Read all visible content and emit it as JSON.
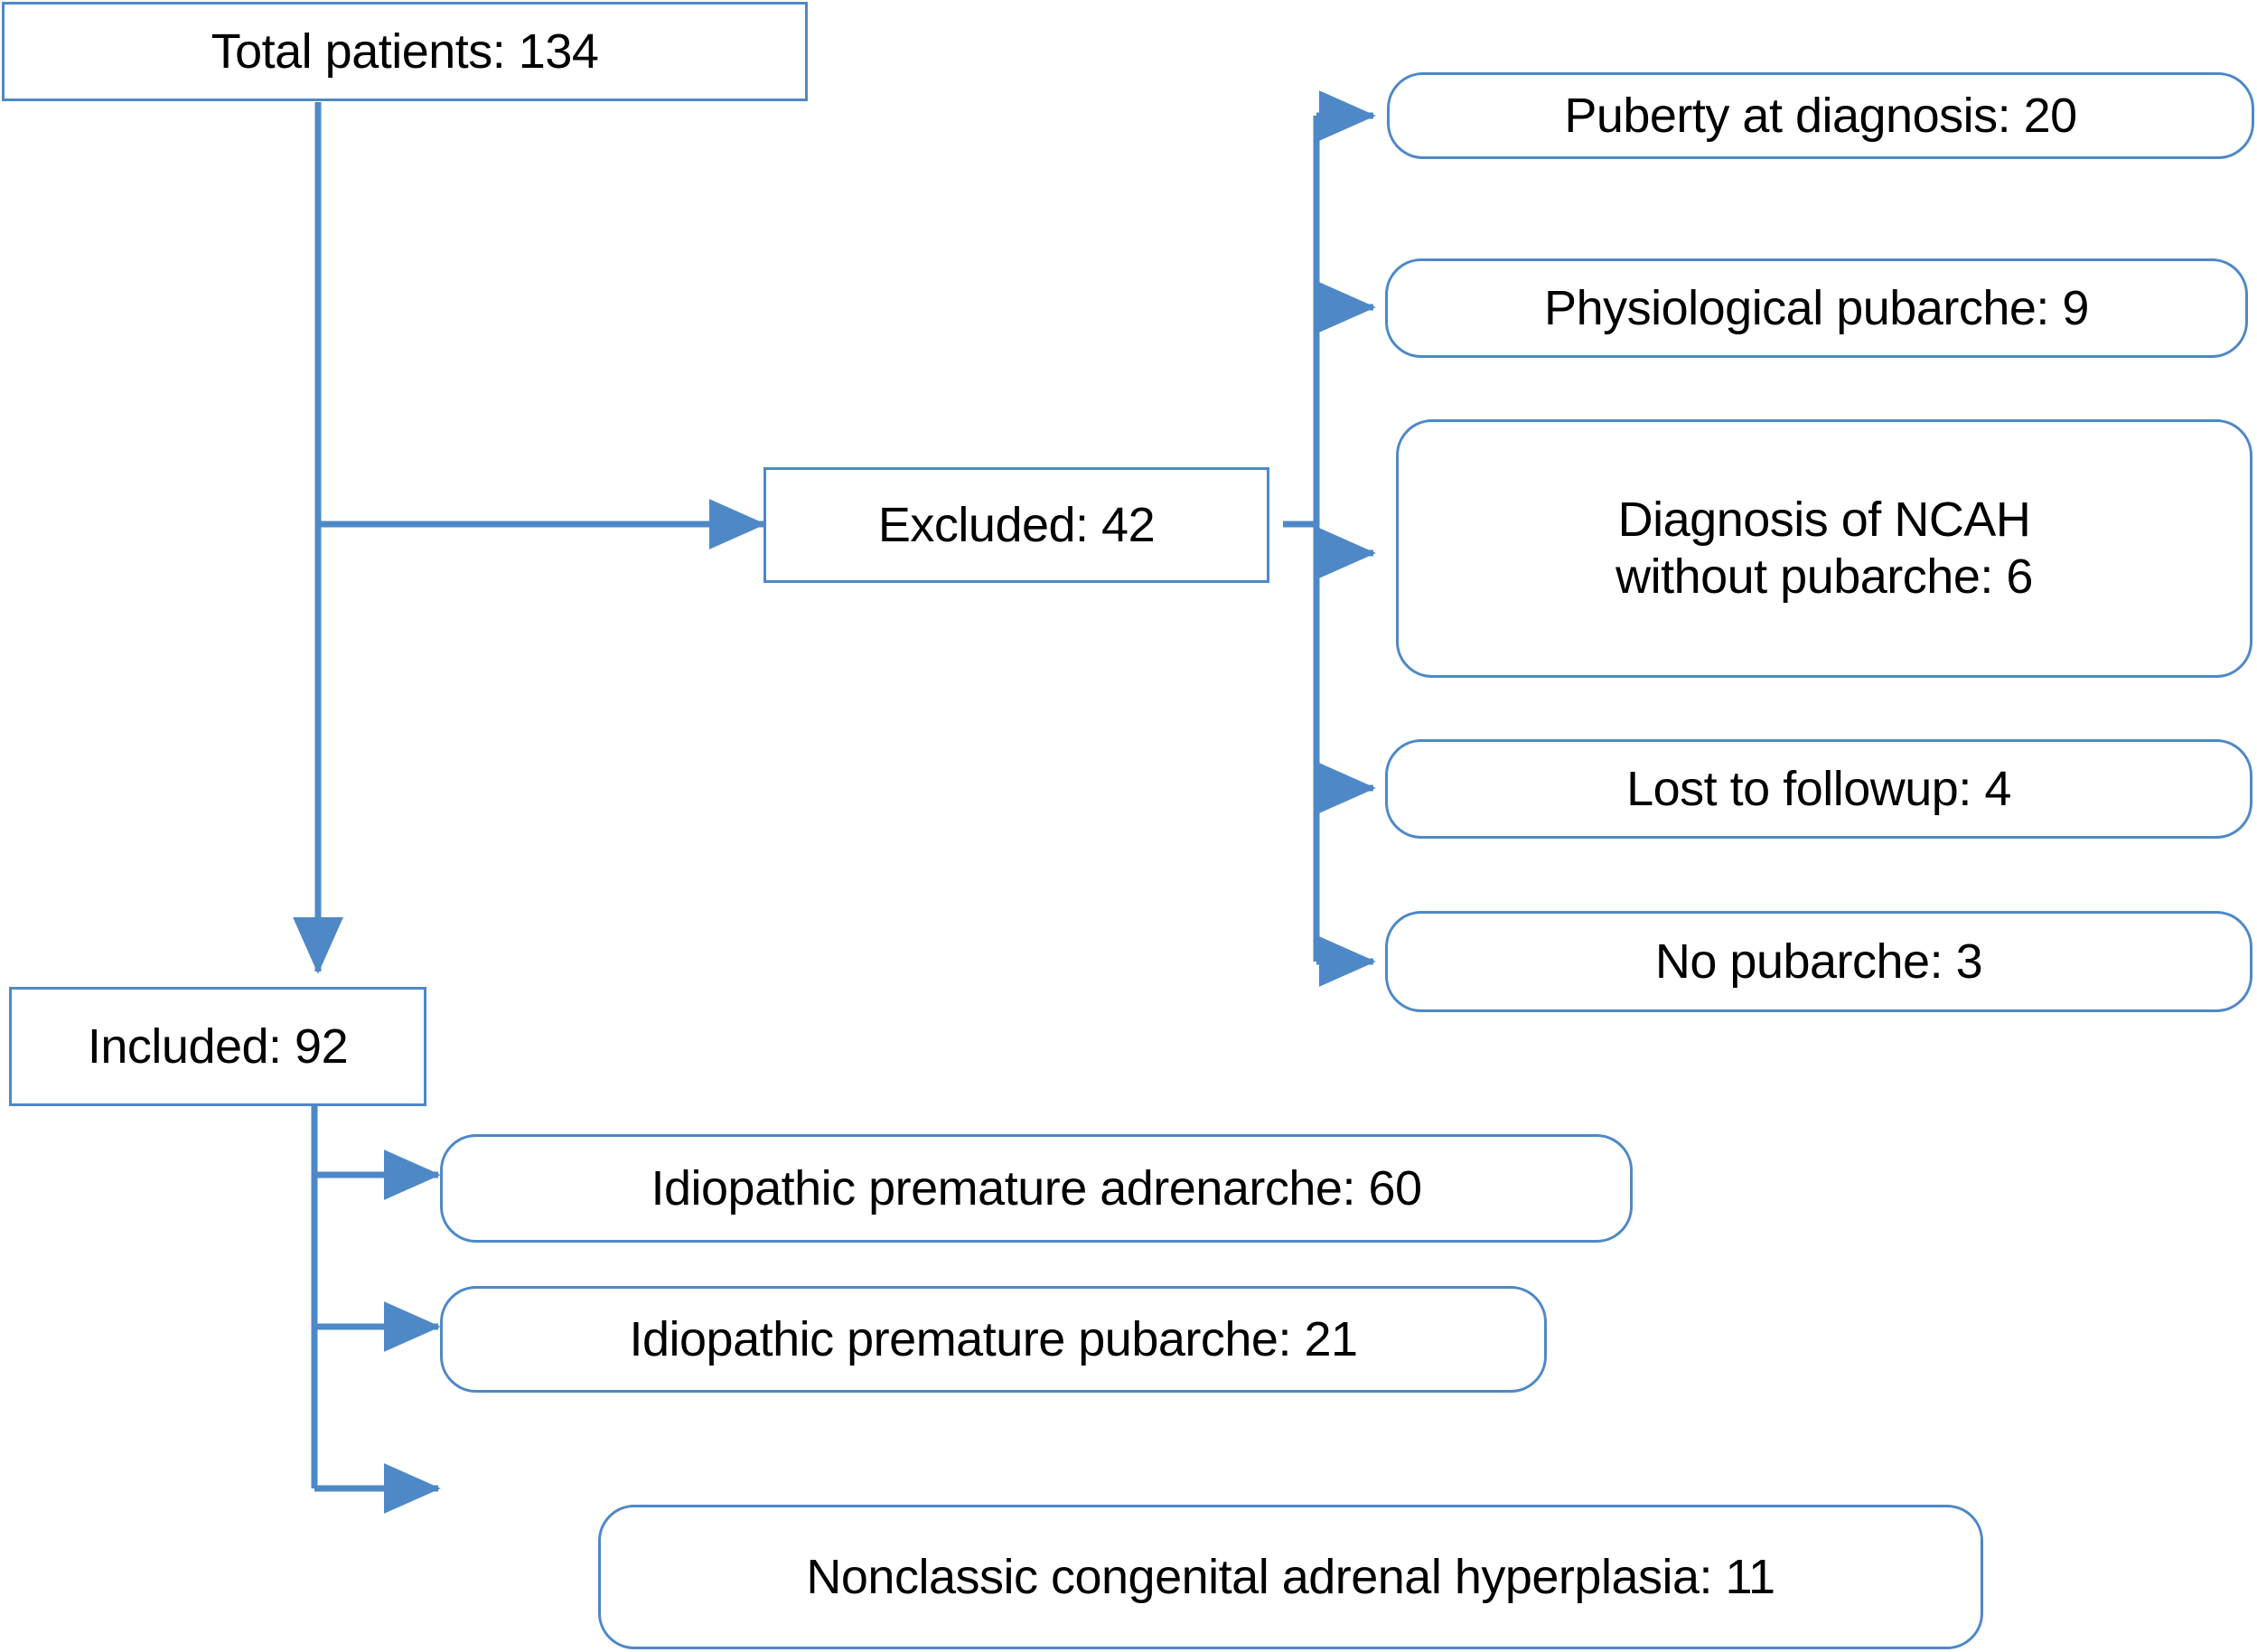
{
  "diagram": {
    "title": "Patient selection flow diagram",
    "accent_color": "#4e88c7",
    "text_color": "#000000",
    "background_color": "#ffffff",
    "nodes": {
      "total": {
        "label": "Total patients: 134",
        "shape": "rectangle"
      },
      "excluded": {
        "label": "Excluded: 42",
        "shape": "rectangle"
      },
      "included": {
        "label": "Included: 92",
        "shape": "rectangle"
      },
      "exclusion_reasons": [
        {
          "label": "Puberty at diagnosis: 20",
          "shape": "rounded"
        },
        {
          "label": "Physiological pubarche: 9",
          "shape": "rounded"
        },
        {
          "label": "Diagnosis of NCAH without pubarche: 6",
          "line1": "Diagnosis of NCAH",
          "line2": "without pubarche: 6",
          "shape": "rounded"
        },
        {
          "label": "Lost to followup: 4",
          "shape": "rounded"
        },
        {
          "label": "No pubarche: 3",
          "shape": "rounded"
        }
      ],
      "diagnoses": [
        {
          "label": "Idiopathic premature adrenarche: 60",
          "shape": "rounded"
        },
        {
          "label": "Idiopathic premature pubarche: 21",
          "shape": "rounded"
        },
        {
          "label": "Nonclassic congenital adrenal hyperplasia: 11",
          "shape": "rounded"
        }
      ]
    },
    "counts": {
      "total_patients": 134,
      "excluded": 42,
      "included": 92,
      "puberty_at_diagnosis": 20,
      "physiological_pubarche": 9,
      "ncah_without_pubarche": 6,
      "lost_to_followup": 4,
      "no_pubarche": 3,
      "idiopathic_premature_adrenarche": 60,
      "idiopathic_premature_pubarche": 21,
      "nonclassic_congenital_adrenal_hyperplasia": 11
    }
  }
}
